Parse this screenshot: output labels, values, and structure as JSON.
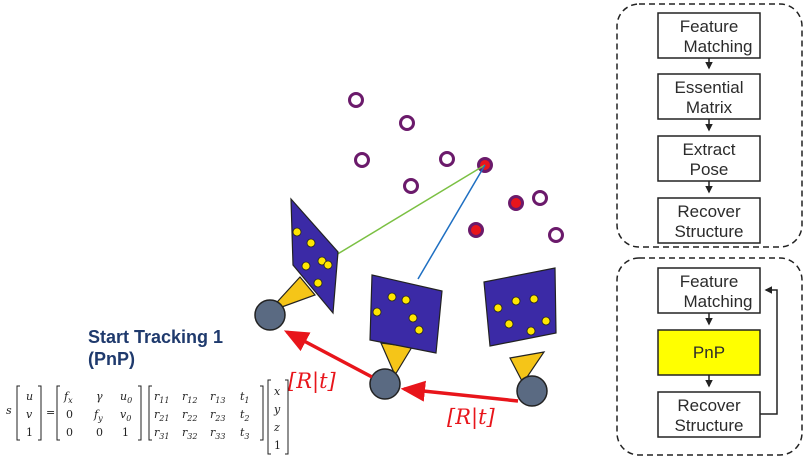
{
  "title": {
    "line1": "Start Tracking 1",
    "line2": "(PnP)"
  },
  "pose_label_1": "[R|t]",
  "pose_label_2": "[R|t]",
  "pipeline_initialization": {
    "steps": [
      "Feature\nMatching",
      "Essential\nMatrix",
      "Extract\nPose",
      "Recover\nStructure"
    ]
  },
  "pipeline_tracking": {
    "steps": [
      "Feature\nMatching",
      "PnP",
      "Recover\nStructure"
    ],
    "highlight_step": "PnP"
  },
  "equation": {
    "lhs_scale": "s",
    "lhs_vector": [
      "u",
      "v",
      "1"
    ],
    "intrinsics": [
      [
        "f_x",
        "γ",
        "u_0"
      ],
      [
        "0",
        "f_y",
        "v_0"
      ],
      [
        "0",
        "0",
        "1"
      ]
    ],
    "extrinsics": [
      [
        "r_11",
        "r_12",
        "r_13",
        "t_1"
      ],
      [
        "r_21",
        "r_22",
        "r_23",
        "t_2"
      ],
      [
        "r_31",
        "r_32",
        "r_33",
        "t_3"
      ]
    ],
    "rhs_vector": [
      "x",
      "y",
      "z",
      "1"
    ]
  },
  "colors": {
    "image_plane_fill": "#3b2aa6",
    "feature_point": "#ffe600",
    "camera_body": "#5a6a82",
    "camera_cone": "#f5c518",
    "landmark_outline": "#6b1a6b",
    "tracked_landmark": "#e8151b",
    "pose_arrow": "#e8151b",
    "green_ray": "#7bc043",
    "blue_ray": "#1e6fc2",
    "pnp_highlight": "#ffff00",
    "title_color": "#1f3a6d"
  }
}
